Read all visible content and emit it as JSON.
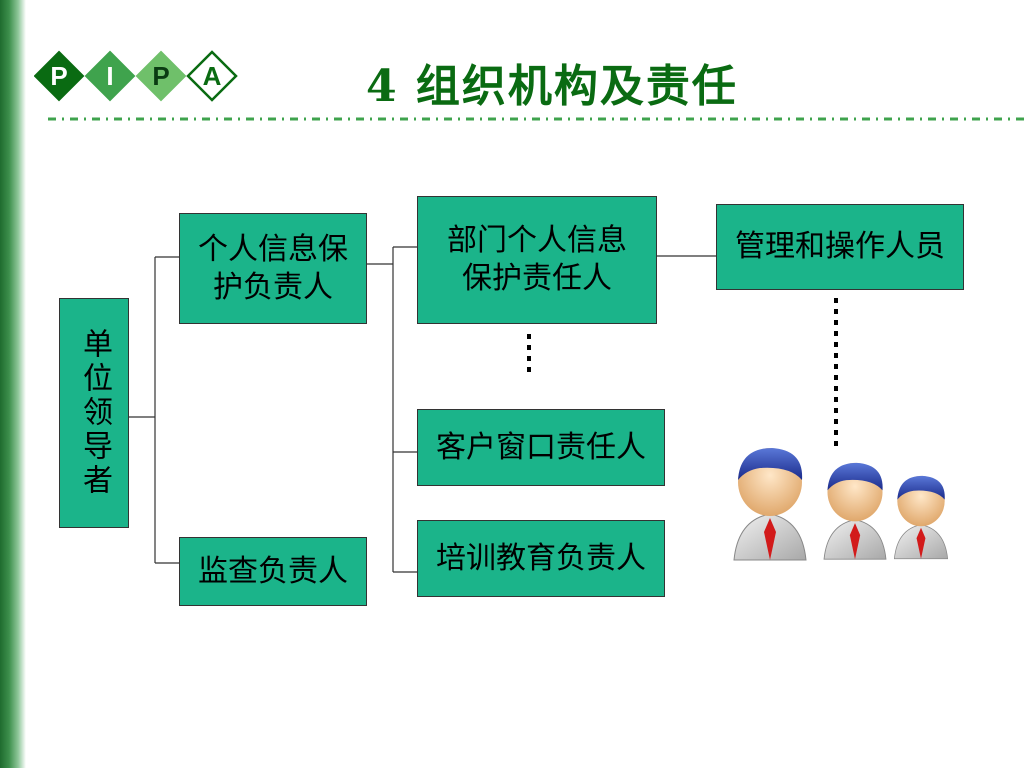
{
  "logo": {
    "letters": [
      "P",
      "I",
      "P",
      "A"
    ]
  },
  "title": "4  组织机构及责任",
  "org": {
    "leader": "单位领导者",
    "pi_protection_head": "个人信息保护负责人",
    "supervision_head": "监查负责人",
    "dept_pi_responsible": "部门个人信息保护责任人",
    "customer_window_responsible": "客户窗口责任人",
    "training_head": "培训教育负责人",
    "mgmt_operators": "管理和操作人员"
  },
  "colors": {
    "box_fill": "#1bb48a",
    "title": "#0a6b12",
    "logo_dark": "#0a6b12",
    "logo_light": "#ffffff"
  },
  "icons": [
    "people-group-icon"
  ]
}
